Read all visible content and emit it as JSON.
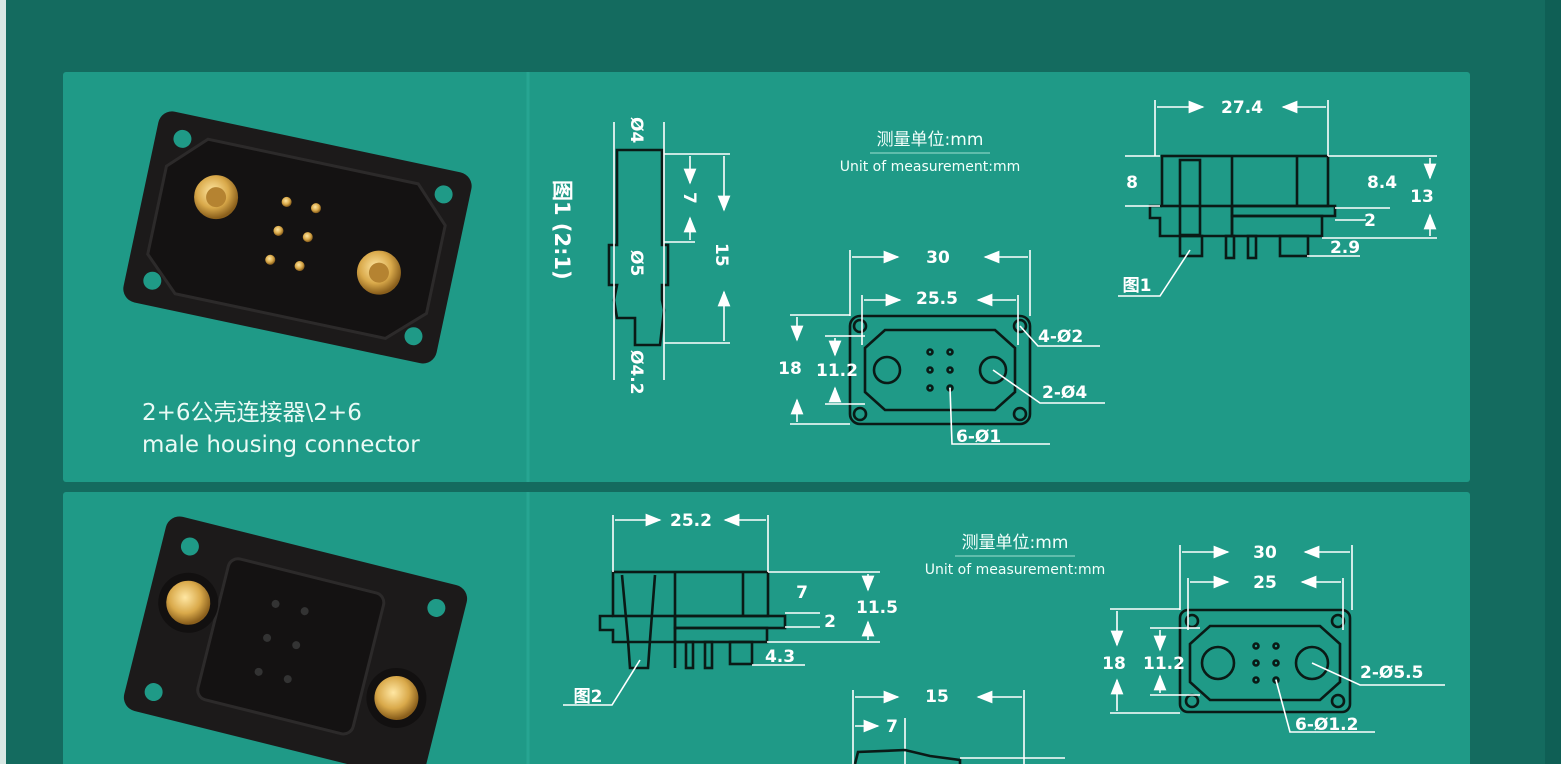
{
  "colors": {
    "background": "#146b5f",
    "panel": "#1f9a87",
    "line": "#ffffff",
    "outline": "#0a1a16",
    "gold": "#d9a94a"
  },
  "product_1": {
    "caption_line1": "2+6公壳连接器\\2+6",
    "caption_line2": "male housing connector",
    "pin_view": {
      "title": "图1 (2:1)",
      "d_top": "Ø4",
      "len_short": "7",
      "len_total": "15",
      "d_mid": "Ø5",
      "d_bottom": "Ø4.2"
    },
    "unit_cn": "测量单位:mm",
    "unit_en": "Unit of measurement:mm",
    "front_view": {
      "width_outer": "30",
      "width_inner": "25.5",
      "height_outer": "18",
      "height_inner": "11.2",
      "mount_holes": "4-Ø2",
      "power_holes": "2-Ø4",
      "signal_holes": "6-Ø1"
    },
    "side_view": {
      "width": "27.4",
      "left_height": "8",
      "right_height": "8.4",
      "total_height": "13",
      "flange": "2",
      "pin_len": "2.9",
      "callout": "图1"
    }
  },
  "product_2": {
    "side_view": {
      "width": "25.2",
      "upper": "7",
      "total": "11.5",
      "flange": "2",
      "pin_len": "4.3",
      "callout": "图2"
    },
    "unit_cn": "测量单位:mm",
    "unit_en": "Unit of measurement:mm",
    "front_view": {
      "width_outer": "30",
      "width_inner": "25",
      "height_outer": "18",
      "height_inner": "11.2",
      "power_holes": "2-Ø5.5",
      "signal_holes": "6-Ø1.2"
    },
    "pin_view": {
      "len_total": "15",
      "len_short": "7"
    }
  }
}
